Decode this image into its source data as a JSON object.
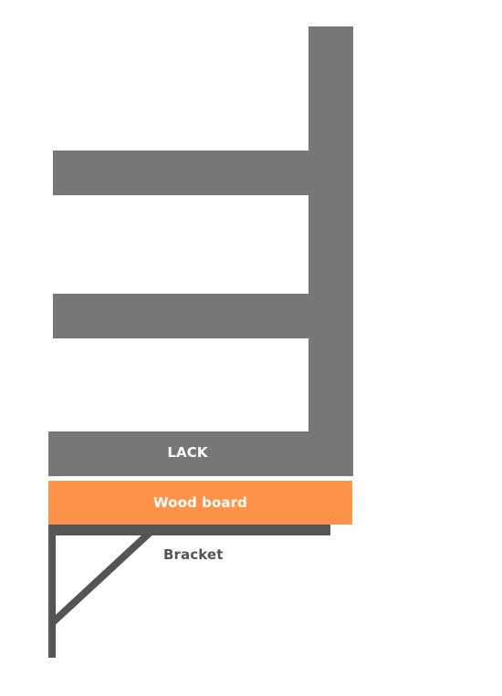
{
  "labels": {
    "lack": "LACK",
    "wood_board": "Wood board",
    "bracket": "Bracket"
  },
  "colors": {
    "lack_gray": "#777777",
    "wood_orange": "#ff9149",
    "bracket_dark": "#555555",
    "background": "#ffffff"
  }
}
